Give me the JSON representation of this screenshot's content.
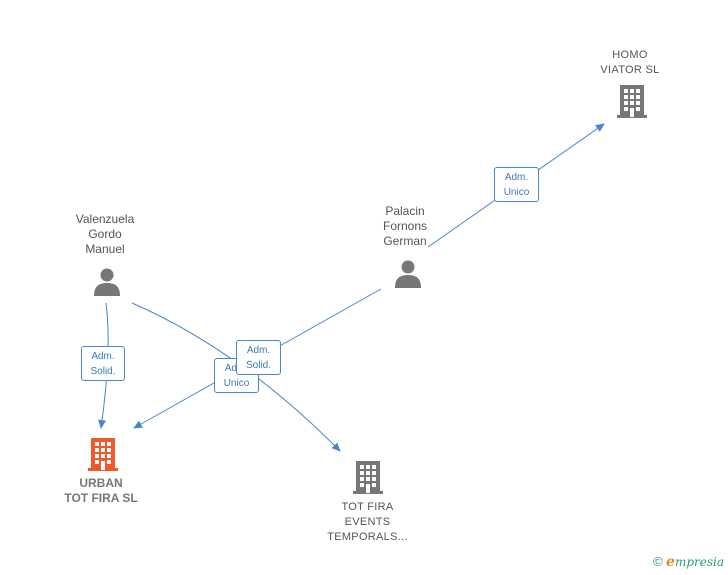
{
  "nodes": {
    "homo_viator": {
      "label": "HOMO\nVIATOR  SL",
      "type": "company"
    },
    "palacin": {
      "label": "Palacin\nFornons\nGerman",
      "type": "person"
    },
    "valenzuela": {
      "label": "Valenzuela\nGordo\nManuel",
      "type": "person"
    },
    "urban_tot_fira": {
      "label": "URBAN\nTOT FIRA  SL",
      "type": "company",
      "highlight_color": "#f05a2a"
    },
    "tot_fira_events": {
      "label": "TOT FIRA\nEVENTS\nTEMPORALS...",
      "type": "company"
    }
  },
  "relations": {
    "palacin_homo": {
      "label": "Adm.\nUnico"
    },
    "valenzuela_urban": {
      "label": "Adm.\nSolid."
    },
    "valenzuela_events": {
      "label": "Adm.\nSolid."
    },
    "palacin_urban": {
      "label": "Adm.\nUnico"
    }
  },
  "colors": {
    "edge": "#4a86c8",
    "icon": "#777777",
    "highlight": "#f05a2a"
  },
  "footer": {
    "copyright": "©",
    "brand_initial": "e",
    "brand_rest": "mpresia"
  }
}
